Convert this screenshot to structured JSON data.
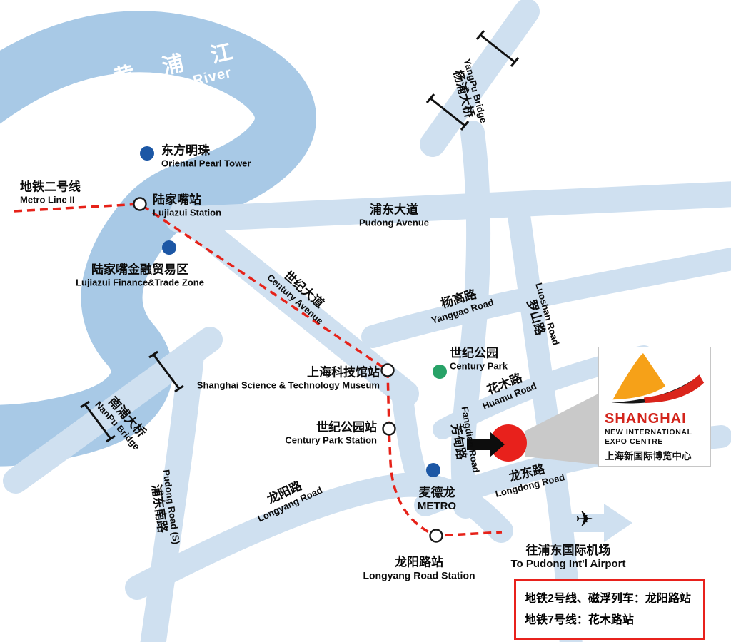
{
  "colors": {
    "river": "#a8c9e6",
    "road": "#cfe0f0",
    "metro_line_red": "#e62219",
    "landmark_blue": "#1c57a5",
    "park_green": "#27a267",
    "expo_red": "#e8211c",
    "logo_orange": "#f6a118",
    "logo_red": "#da251c",
    "pointer_gray": "#c9c9c9"
  },
  "icons": {
    "airplane": "✈"
  },
  "river": {
    "zh": "黄浦江",
    "en": "Huangpu River"
  },
  "places": {
    "yangpu_bridge": {
      "zh": "杨浦大桥",
      "en": "YangPu Bridge"
    },
    "oriental_pearl": {
      "zh": "东方明珠",
      "en": "Oriental Pearl Tower"
    },
    "metro_line2": {
      "zh": "地铁二号线",
      "en": "Metro Line II"
    },
    "lujiazui_station": {
      "zh": "陆家嘴站",
      "en": "Lujiazui Station"
    },
    "pudong_avenue": {
      "zh": "浦东大道",
      "en": "Pudong Avenue"
    },
    "lujiazui_zone": {
      "zh": "陆家嘴金融贸易区",
      "en": "Lujiazui Finance&Trade Zone"
    },
    "century_avenue": {
      "zh": "世纪大道",
      "en": "Century Avenue"
    },
    "yanggao_road": {
      "zh": "杨高路",
      "en": "Yanggao Road"
    },
    "luoshan_road": {
      "zh": "罗山路",
      "en": "Luoshan Road"
    },
    "century_park": {
      "zh": "世纪公园",
      "en": "Century Park"
    },
    "sst_museum_station": {
      "zh": "上海科技馆站",
      "en": "Shanghai Science & Technology Museum"
    },
    "nanpu_bridge": {
      "zh": "南浦大桥",
      "en": "NanPu Bridge"
    },
    "century_park_station": {
      "zh": "世纪公园站",
      "en": "Century Park Station"
    },
    "huamu_road": {
      "zh": "花木路",
      "en": "Huamu Road"
    },
    "fangdian_road": {
      "zh": "芳甸路",
      "en": "Fangdian Road"
    },
    "pudong_road_s": {
      "zh": "浦东南路",
      "en": "Pudong Road (S)"
    },
    "longyang_road": {
      "zh": "龙阳路",
      "en": "Longyang Road"
    },
    "metro_store": {
      "zh": "麦德龙",
      "en": "METRO"
    },
    "longdong_road": {
      "zh": "龙东路",
      "en": "Longdong Road"
    },
    "longyang_station": {
      "zh": "龙阳路站",
      "en": "Longyang Road Station"
    },
    "airport": {
      "zh": "往浦东国际机场",
      "en": "To Pudong Int'l Airport"
    }
  },
  "expo_logo": {
    "name": "SHANGHAI",
    "line1": "NEW INTERNATIONAL",
    "line2": "EXPO CENTRE",
    "zh": "上海新国际博览中心"
  },
  "info_box": {
    "line1": "地铁2号线、磁浮列车：龙阳路站",
    "line2": "地铁7号线：花木路站"
  }
}
